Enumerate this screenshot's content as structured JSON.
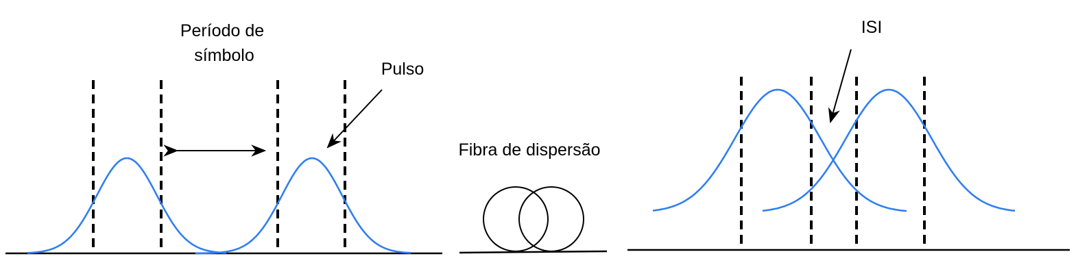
{
  "colors": {
    "pulse": "#2f7ff0",
    "ink": "#000000",
    "background": "#ffffff"
  },
  "left_panel": {
    "symbol_period_label_line1": "Período de",
    "symbol_period_label_line2": "símbolo",
    "pulse_label": "Pulso"
  },
  "middle_panel": {
    "fiber_label": "Fibra de dispersão"
  },
  "right_panel": {
    "isi_label": "ISI"
  }
}
